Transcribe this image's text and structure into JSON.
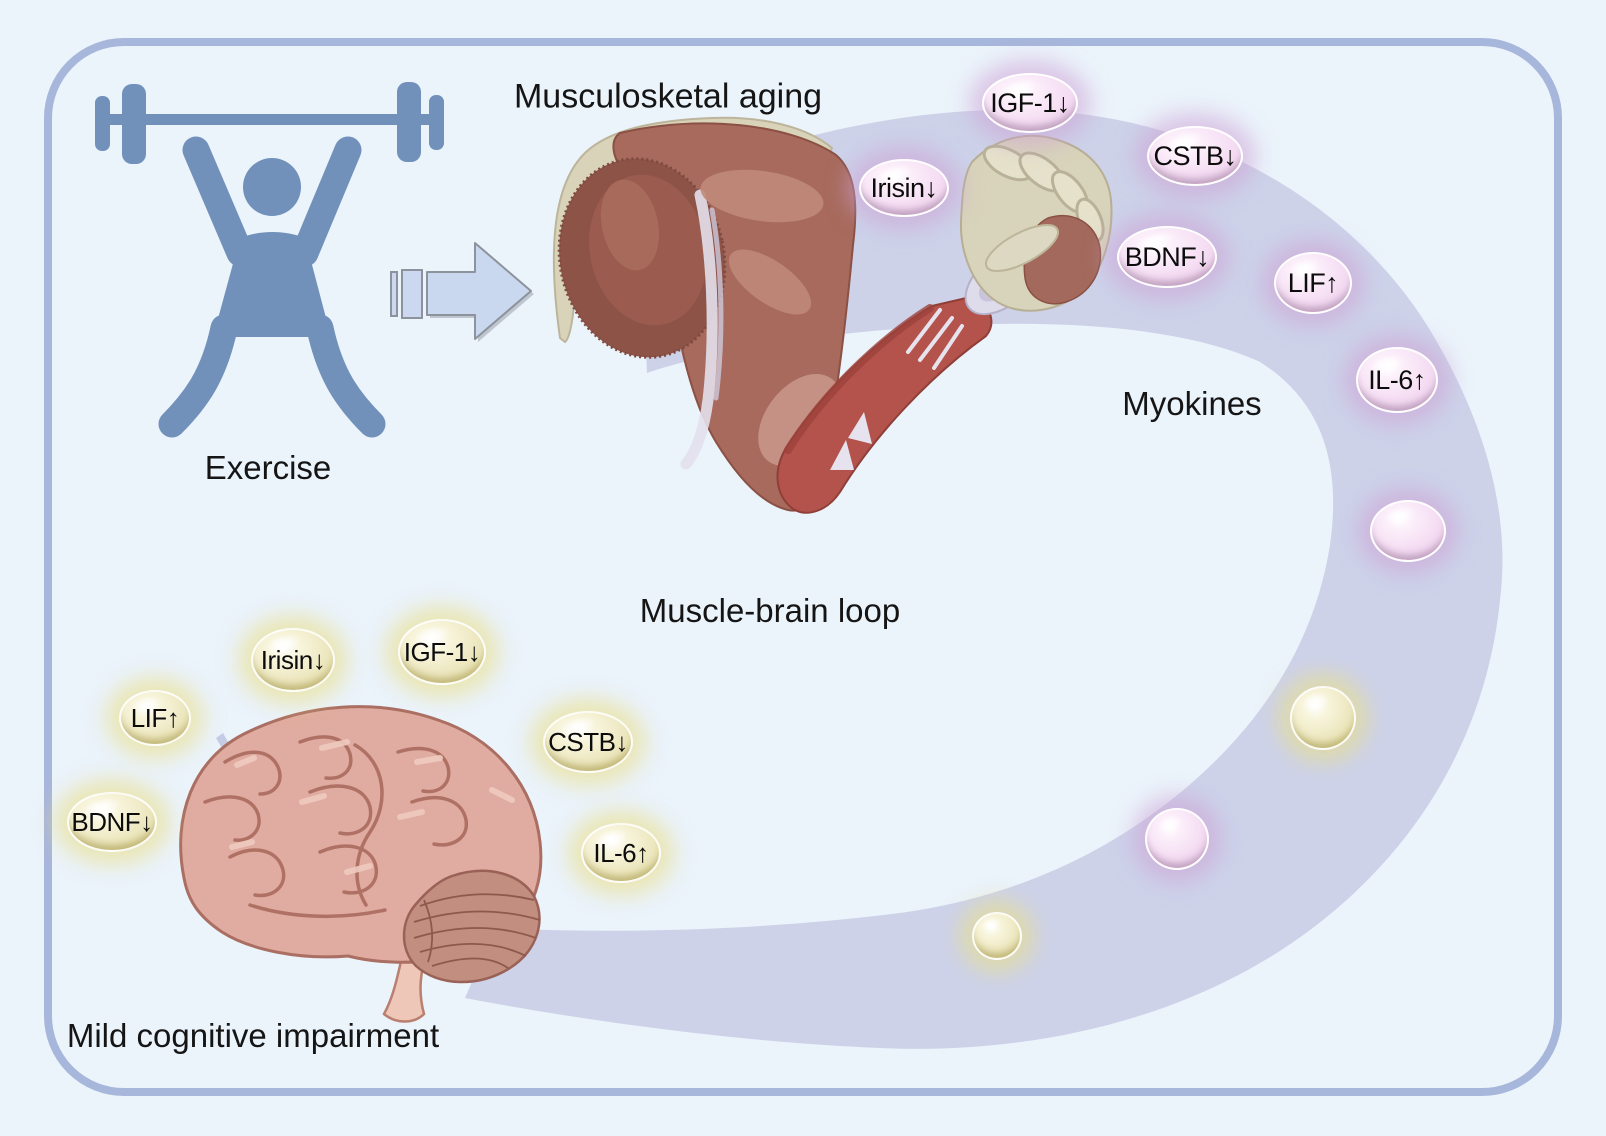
{
  "scene": {
    "title": "Musculosketal aging",
    "exercise_label": "Exercise",
    "myokines_label": "Myokines",
    "loop_label": "Muscle-brain loop",
    "mci_label": "Mild cognitive impairment"
  },
  "muscle_myokines": [
    {
      "label": "IGF-1↓"
    },
    {
      "label": "Irisin↓"
    },
    {
      "label": "CSTB↓"
    },
    {
      "label": "BDNF↓"
    },
    {
      "label": "LIF↑"
    },
    {
      "label": "IL-6↑"
    }
  ],
  "brain_myokines": [
    {
      "label": "Irisin↓"
    },
    {
      "label": "IGF-1↓"
    },
    {
      "label": "LIF↑"
    },
    {
      "label": "BDNF↓"
    },
    {
      "label": "CSTB↓"
    },
    {
      "label": "IL-6↑"
    }
  ],
  "colors": {
    "background": "#ebf3fb",
    "frame_border": "#a7b6db",
    "loop_band": "#cdd2e9",
    "myokine_pink": "#f5ddf3",
    "myokine_yellow": "#ece6bd",
    "figure_blue": "#7191bb",
    "muscle_brown": "#a76a5c",
    "muscle_red": "#b3534b",
    "brain_pink": "#e0aba0"
  }
}
